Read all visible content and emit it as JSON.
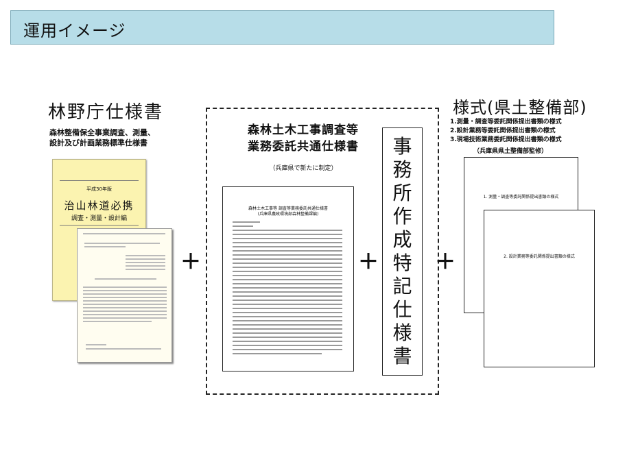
{
  "header": {
    "title": "運用イメージ"
  },
  "left": {
    "heading": "林野庁仕様書",
    "sub_line1": "森林整備保全事業調査、測量、",
    "sub_line2": "設計及び計画業務標準仕様書",
    "book": {
      "year": "平成30年版",
      "title": "治山林道必携",
      "subtitle": "調査・測量・設計編"
    }
  },
  "plus_sign": "＋",
  "middle": {
    "heading_line1": "森林土木工事調査等",
    "heading_line2": "業務委託共通仕様書",
    "note": "（兵庫県で新たに制定）",
    "doc_title": "森林土木工事等 調査等業務委託共通仕様書",
    "doc_subtitle": "(兵庫県農政環境部森林整備課編)",
    "special_spec": "事務所作成特記仕様書"
  },
  "right": {
    "heading": "様式(県土整備部)",
    "items": [
      "1.測量・調査等委託関係提出書類の様式",
      "2.設計業務等委託関係提出書類の様式",
      "3.現場技術業務委託関係提出書類の様式"
    ],
    "note": "（兵庫県県土整備部監修）",
    "doc1_label": "1. 測量・調査等委託関係提出書類の様式",
    "doc2_label": "2. 設計業務等委託関係提出書類の様式"
  }
}
